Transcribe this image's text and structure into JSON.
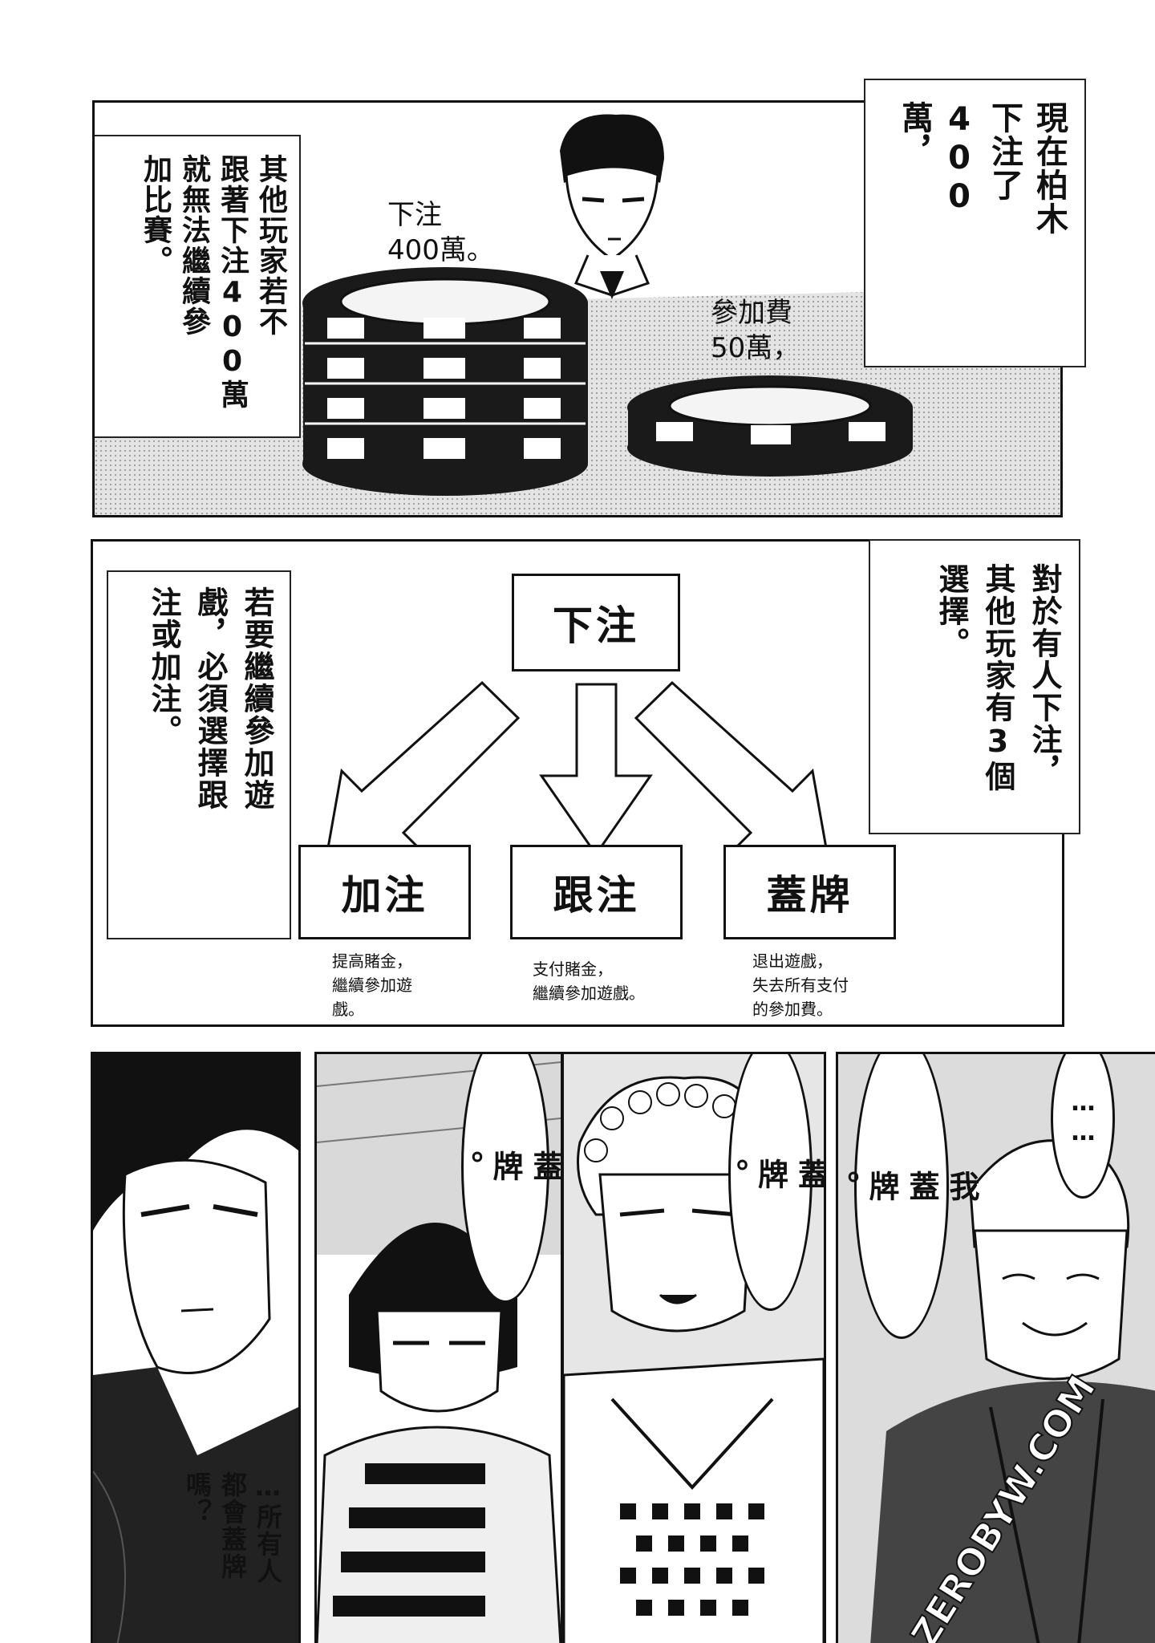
{
  "panel1": {
    "caption_left": "其他玩家若不\n跟著下注400萬\n就無法繼續參\n加比賽。",
    "bet_label": "下注\n400萬。",
    "fee_label": "參加費\n50萬，",
    "caption_right": "現在柏木\n下注了\n400\n萬，"
  },
  "panel2": {
    "caption_left": "若要繼續參加遊\n戲，必須選擇跟\n注或加注。",
    "caption_right": "對於有人下注，\n其他玩家有3個\n選擇。",
    "flow": {
      "top": "下注",
      "options": [
        {
          "label": "加注",
          "note": "提高賭金，\n繼續參加遊\n戲。"
        },
        {
          "label": "跟注",
          "note": "支付賭金，\n繼續參加遊戲。"
        },
        {
          "label": "蓋牌",
          "note": "退出遊戲，\n失去所有支付\n的參加費。"
        }
      ]
    }
  },
  "panel3": {
    "thought": "…所有人\n都會蓋牌\n嗎？"
  },
  "panel4": {
    "speech": "蓋\n牌\n。"
  },
  "panel5": {
    "speech": "蓋\n牌\n。"
  },
  "panel6": {
    "speech": "我\n蓋\n牌\n。",
    "ellipsis": "……"
  },
  "watermark": "ZEROBYW.COM",
  "colors": {
    "ink": "#111111",
    "screentone": "#cfcfcf",
    "paper": "#ffffff"
  }
}
